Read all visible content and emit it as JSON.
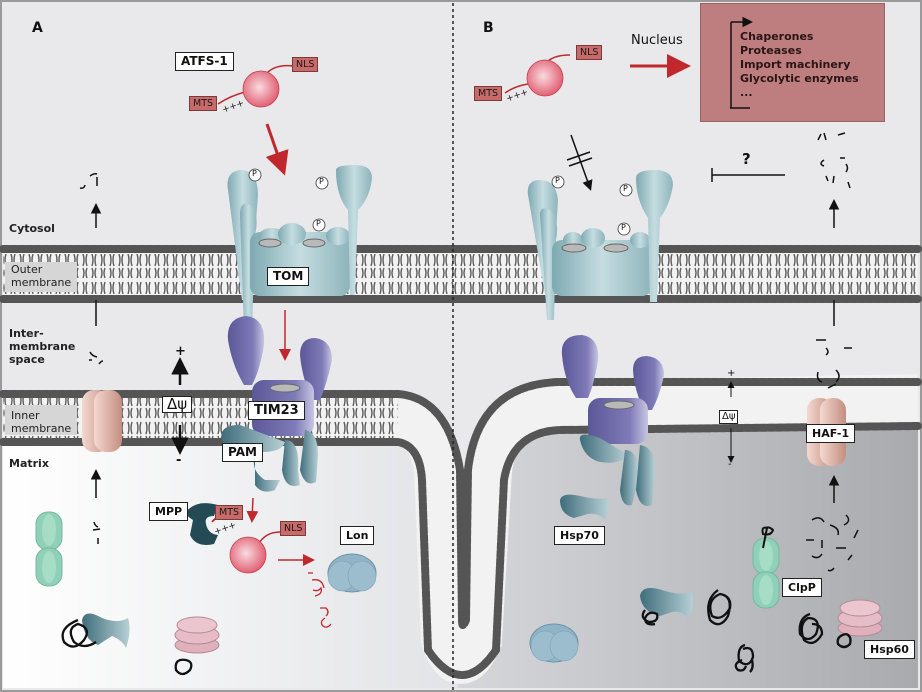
{
  "panels": {
    "a": {
      "letter": "A"
    },
    "b": {
      "letter": "B"
    }
  },
  "compartments": {
    "cytosol": "Cytosol",
    "outer_membrane_1": "Outer",
    "outer_membrane_2": "membrane",
    "intermembrane_1": "Inter-",
    "intermembrane_2": "membrane",
    "intermembrane_3": "space",
    "inner_membrane_1": "Inner",
    "inner_membrane_2": "membrane",
    "matrix": "Matrix"
  },
  "protein_labels": {
    "atfs1": "ATFS-1",
    "tom": "TOM",
    "tim23": "TIM23",
    "pam": "PAM",
    "mpp": "MPP",
    "lon": "Lon",
    "hsp70": "Hsp70",
    "haf1": "HAF-1",
    "clpp": "ClpP",
    "hsp60": "Hsp60"
  },
  "signal_tags": {
    "mts": "MTS",
    "nls": "NLS",
    "charges": "+++",
    "phospho": "P"
  },
  "potential": {
    "symbol": "Δψ",
    "plus": "+",
    "minus": "-"
  },
  "nucleus": {
    "label": "Nucleus",
    "target_genes": [
      "Chaperones",
      "Proteases",
      "Import machinery",
      "Glycolytic enzymes",
      "..."
    ]
  },
  "inhibition_label": "?",
  "colors": {
    "background": "#e9e9ec",
    "matrix_b": "#b7b8bc",
    "membrane_head": "#555555",
    "tom": "#9fc3c9",
    "tim23": "#6e6aa8",
    "pam": "#4e7d8b",
    "atfs1": "#e8707c",
    "arrow_red": "#c0282d",
    "nucleus_box": "#d08a8a",
    "haf1": "#e2b4a6",
    "clpp": "#8fd0b8",
    "hsp60": "#e0b0bc",
    "lon": "#8fb4c8"
  }
}
